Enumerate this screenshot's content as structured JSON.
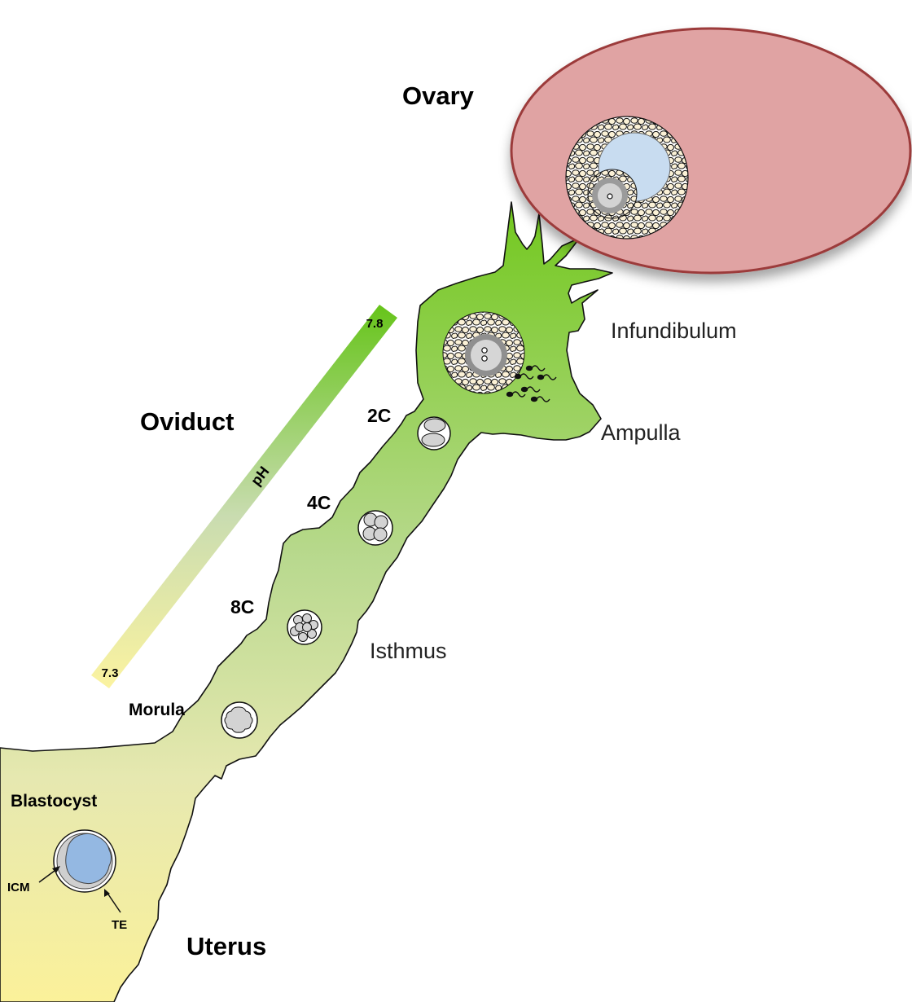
{
  "labels": {
    "ovary": "Ovary",
    "oviduct": "Oviduct",
    "uterus": "Uterus",
    "infundibulum": "Infundibulum",
    "ampulla": "Ampulla",
    "isthmus": "Isthmus",
    "stage_2c": "2C",
    "stage_4c": "4C",
    "stage_8c": "8C",
    "morula": "Morula",
    "blastocyst": "Blastocyst",
    "icm": "ICM",
    "te": "TE"
  },
  "ph_gradient": {
    "label": "pH",
    "high_value": "7.8",
    "low_value": "7.3",
    "high_color": "#66c41a",
    "low_color": "#fbf3a0"
  },
  "colors": {
    "ovary_fill": "#e0a3a3",
    "ovary_stroke": "#9c3b3b",
    "tract_top": "#72c81e",
    "tract_bottom": "#fbf19a",
    "antrum": "#c8dcf0",
    "blastocoel": "#94b8e2"
  }
}
